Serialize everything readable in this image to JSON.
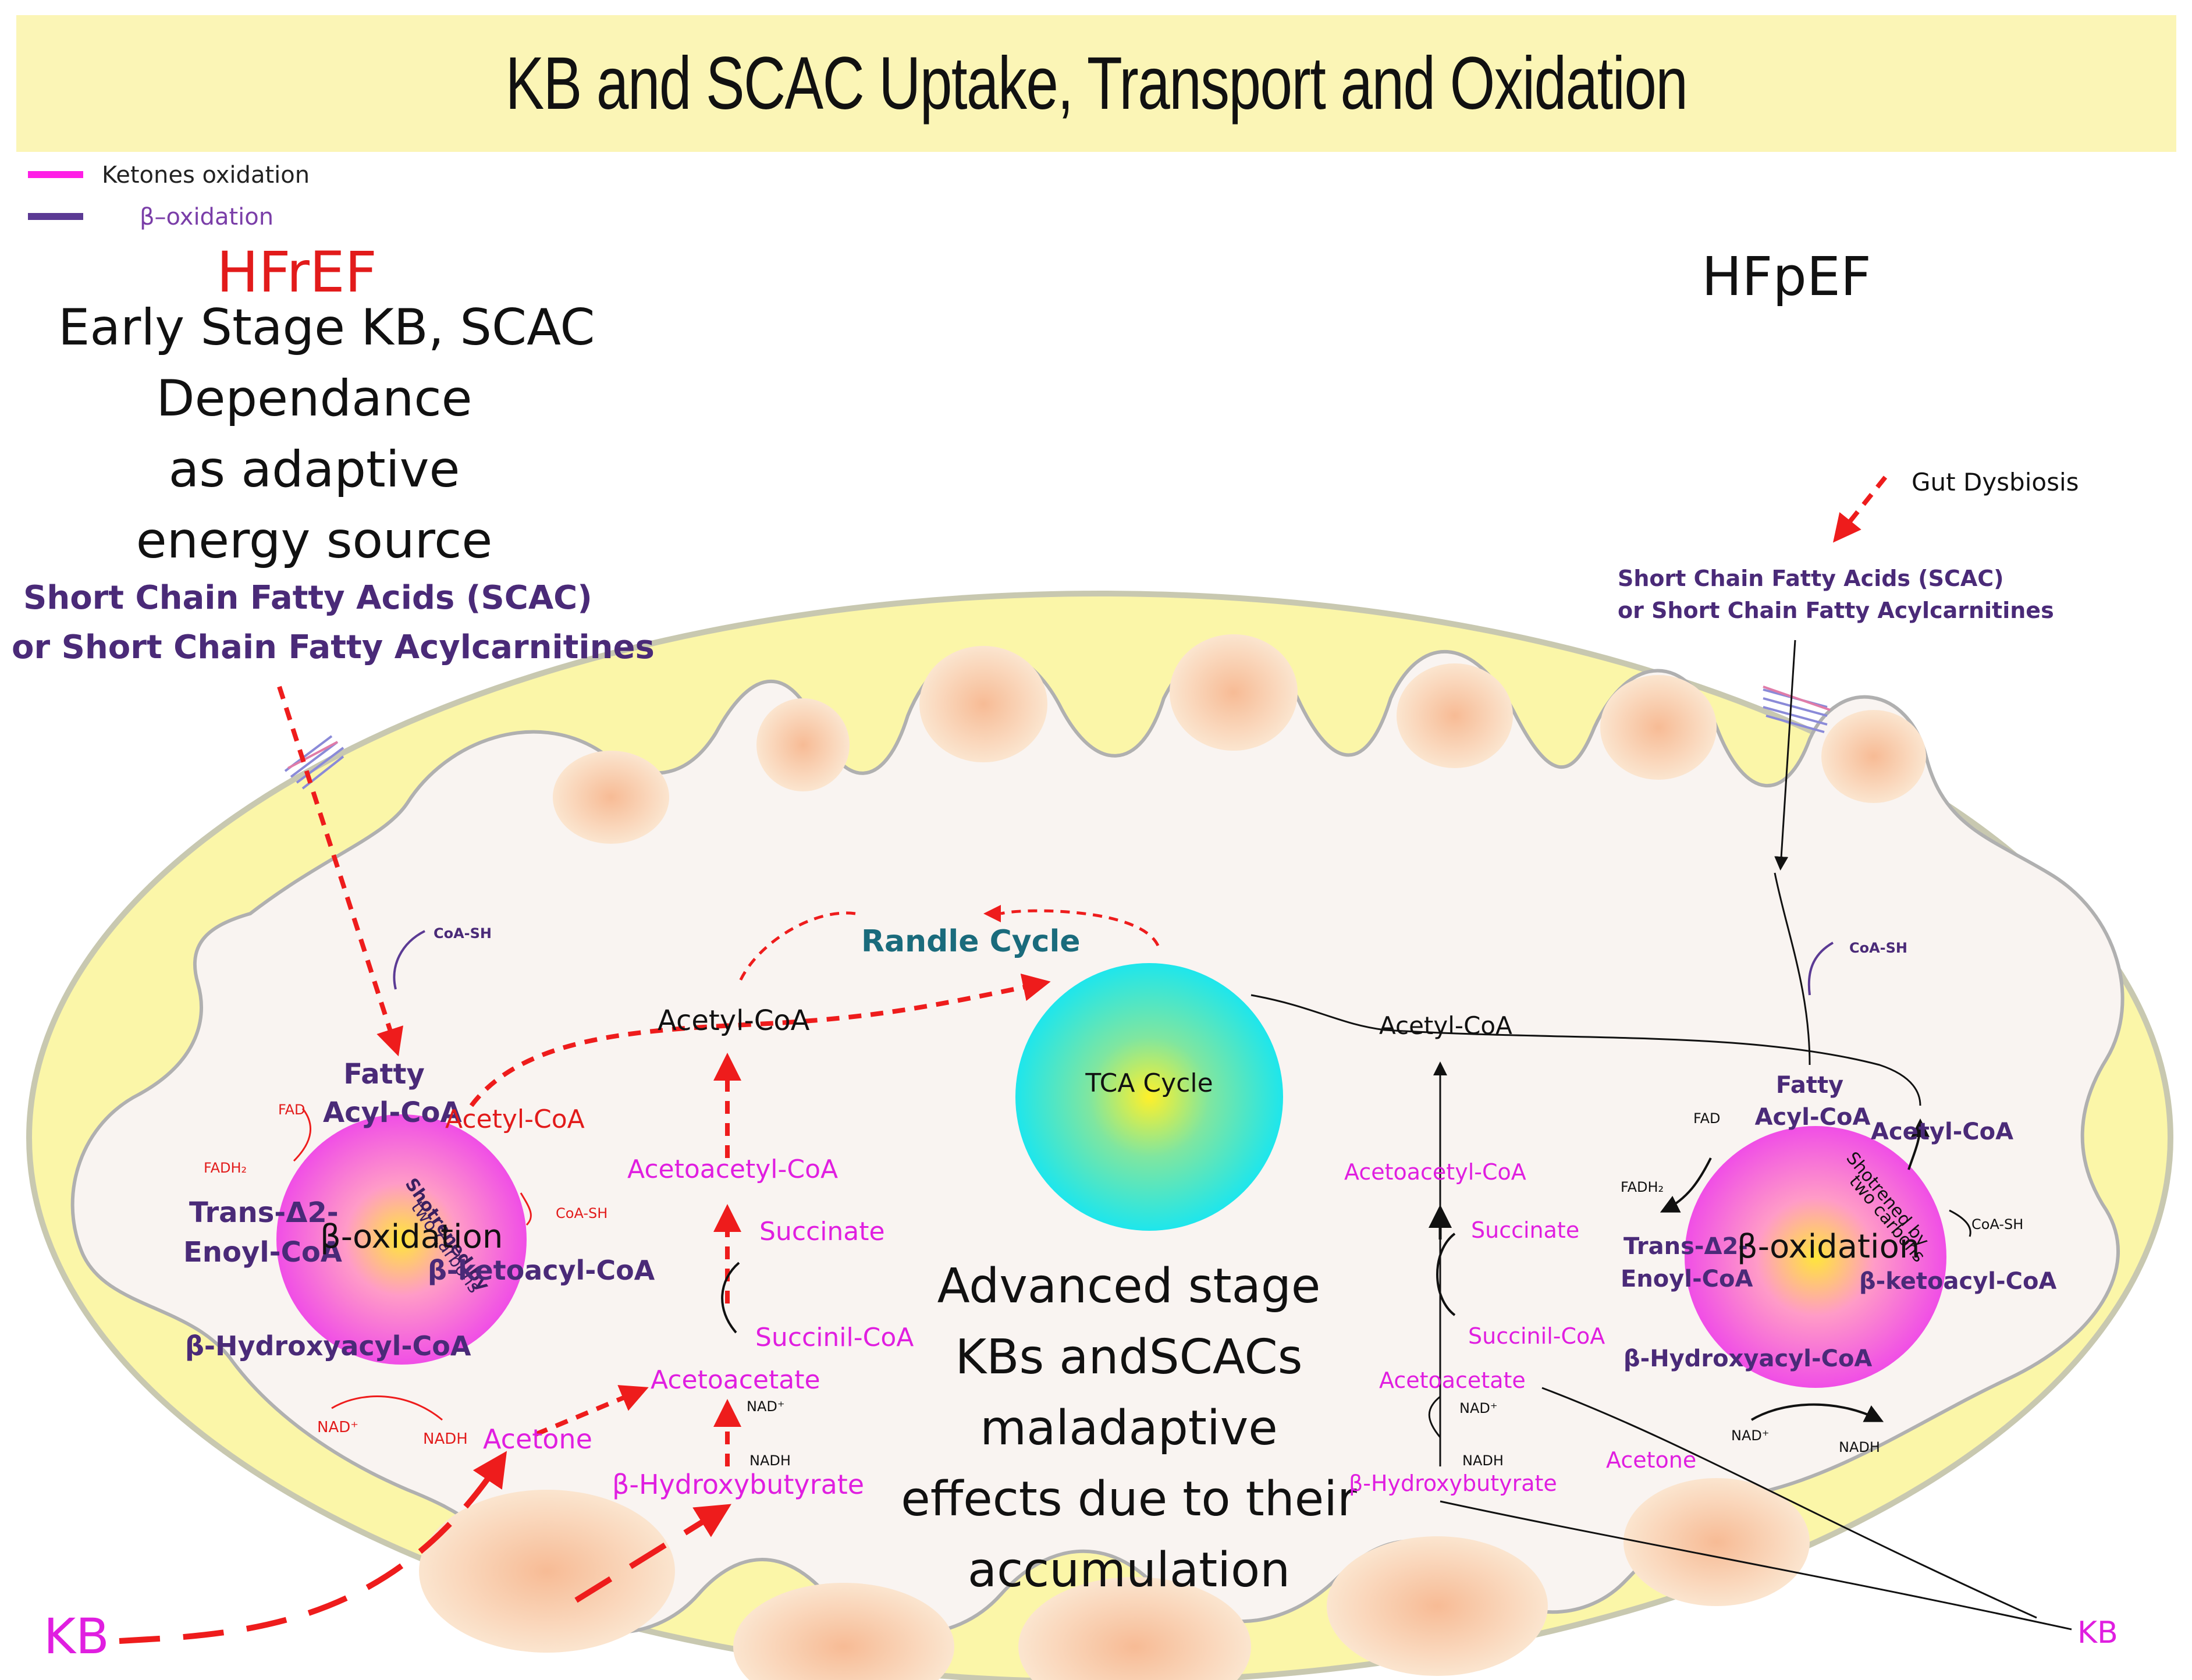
{
  "title": "KB and SCAC Uptake, Transport and Oxidation",
  "legend": [
    {
      "label": "Ketones oxidation",
      "color": "#ff1ee6"
    },
    {
      "label": "β–oxidation",
      "color": "#5b3a94"
    }
  ],
  "colors": {
    "banner": "#fbf5b6",
    "outer_membrane": "#fbf6a8",
    "matrix": "#f9f4f1",
    "cristae_fill": "#f8c7a4",
    "red_arrow": "#ee1c1c",
    "ketone_text": "#e01ee0",
    "beta_text": "#4a2a78"
  },
  "left": {
    "stage": "HFrEF",
    "description": [
      "Early Stage KB, SCAC",
      "Dependance",
      "as adaptive",
      "energy source"
    ],
    "scac": [
      "Short Chain Fatty Acids (SCAC)",
      "or Short Chain Fatty Acylcarnitines"
    ],
    "coa_sh_top": "CoA-SH",
    "fatty_acyl_coa": [
      "Fatty",
      "Acyl-CoA"
    ],
    "beta_oxidation": "β-oxidation",
    "acetyl_coa_red": "Acetyl-CoA",
    "shortened": [
      "Shotrened by",
      "two carbons"
    ],
    "coa_sh_right": "CoA-SH",
    "fad": "FAD",
    "fadh2": "FADH₂",
    "trans_enoyl": [
      "Trans-Δ2-",
      "Enoyl-CoA"
    ],
    "ketoacyl": "β-ketoacyl-CoA",
    "hydroxyacyl": "β-Hydroxyacyl-CoA",
    "nad_plus": "NAD⁺",
    "nadh": "NADH",
    "kb": "KB"
  },
  "center": {
    "randle_cycle": "Randle Cycle",
    "tca_cycle": "TCA Cycle",
    "acetyl_coa": "Acetyl-CoA",
    "acetoacetyl_coa": "Acetoacetyl-CoA",
    "succinate": "Succinate",
    "succinil_coa": "Succinil-CoA",
    "acetoacetate": "Acetoacetate",
    "nad_plus": "NAD⁺",
    "nadh": "NADH",
    "hydroxybutyrate": "β-Hydroxybutyrate",
    "acetone": "Acetone",
    "advanced": [
      "Advanced stage",
      "KBs andSCACs",
      "maladaptive",
      "effects due to their",
      "accumulation"
    ]
  },
  "right": {
    "stage": "HFpEF",
    "gut_dysbiosis": "Gut Dysbiosis",
    "scac": [
      "Short Chain Fatty Acids (SCAC)",
      "or Short Chain Fatty Acylcarnitines"
    ],
    "coa_sh_top": "CoA-SH",
    "acetyl_coa": "Acetyl-CoA",
    "fatty_acyl_coa": [
      "Fatty",
      "Acyl-CoA"
    ],
    "acetyl_coa_beta": "Acetyl-CoA",
    "fad": "FAD",
    "fadh2": "FADH₂",
    "shortened": [
      "Shotrened by",
      "two carbons"
    ],
    "coa_sh_right": "CoA-SH",
    "beta_oxidation": "β-oxidation",
    "trans_enoyl": [
      "Trans-Δ2-",
      "Enoyl-CoA"
    ],
    "ketoacyl": "β-ketoacyl-CoA",
    "hydroxyacyl": "β-Hydroxyacyl-CoA",
    "nad_plus": "NAD⁺",
    "nadh": "NADH",
    "acetoacetyl_coa": "Acetoacetyl-CoA",
    "succinate": "Succinate",
    "succinil_coa": "Succinil-CoA",
    "acetoacetate": "Acetoacetate",
    "nad_plus_2": "NAD⁺",
    "nadh_2": "NADH",
    "hydroxybutyrate": "β-Hydroxybutyrate",
    "acetone": "Acetone",
    "kb": "KB"
  }
}
